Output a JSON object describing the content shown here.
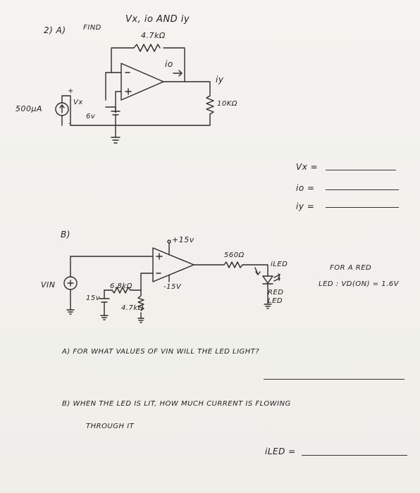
{
  "part_a": {
    "heading": "2) A)",
    "find": "FIND",
    "unknowns": "Vx, io AND iy",
    "feedback_resistor": "4.7kΩ",
    "output_current": "io",
    "load_current": "iy",
    "load_resistor": "10KΩ",
    "current_source": "500μA",
    "vx_label": "Vx",
    "battery": "6v",
    "answer_vx": "Vx =",
    "answer_io": "io =",
    "answer_iy": "iy ="
  },
  "part_b": {
    "heading": "B)",
    "supply_pos": "+15v",
    "supply_neg": "-15V",
    "series_resistor": "560Ω",
    "led_current": "iLED",
    "input_source": "VIN",
    "battery": "15v",
    "r_top": "6.8kΩ",
    "r_bottom": "4.7kΩ",
    "led_label_1": "RED",
    "led_label_2": "LED",
    "note_1": "FOR A RED",
    "note_2": "LED : VD(ON) = 1.6V",
    "question_a": "A) FOR WHAT VALUES OF VIN WILL THE LED LIGHT?",
    "question_b_1": "B) WHEN THE LED IS LIT, HOW MUCH CURRENT IS FLOWING",
    "question_b_2": "THROUGH IT",
    "answer_iled": "iLED ="
  }
}
